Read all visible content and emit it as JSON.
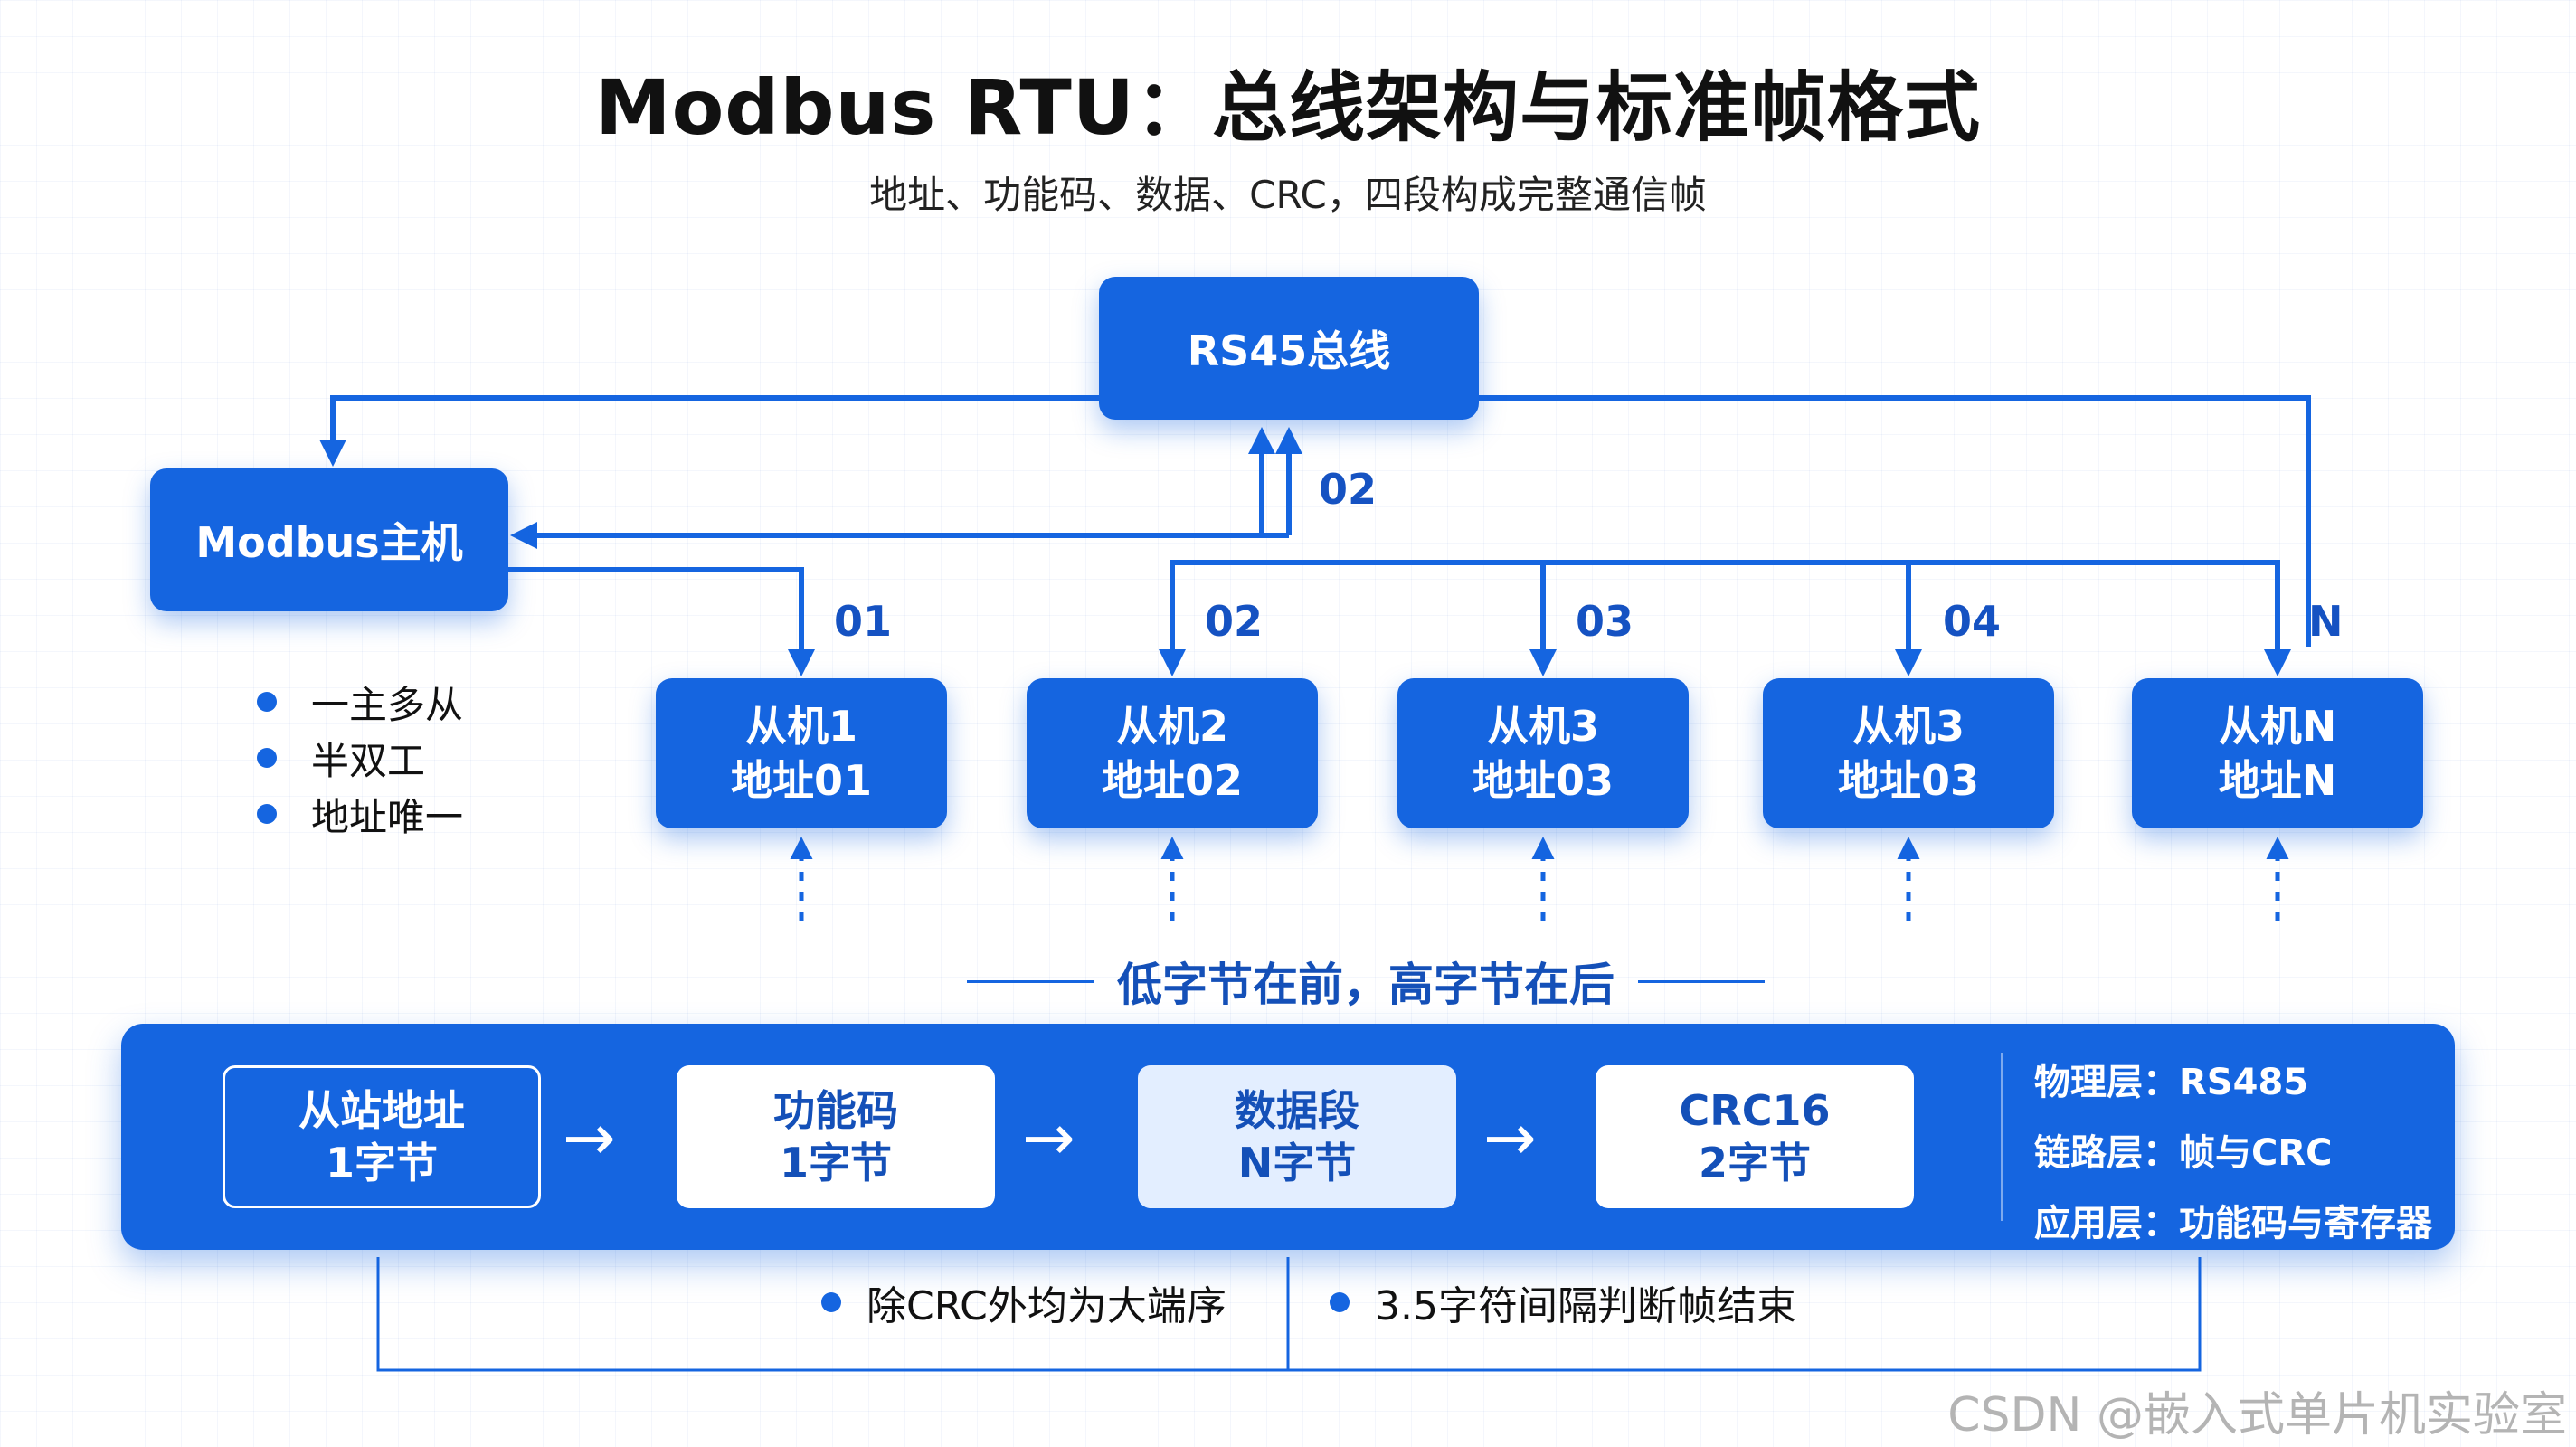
{
  "title": "Modbus RTU：总线架构与标准帧格式",
  "subtitle": "地址、功能码、数据、CRC，四段构成完整通信帧",
  "bus": {
    "label": "RS45总线"
  },
  "master": {
    "label": "Modbus主机"
  },
  "upstream_label": "02",
  "features": [
    "一主多从",
    "半双工",
    "地址唯一"
  ],
  "slaves": [
    {
      "line1": "从机1",
      "line2": "地址01",
      "tag": "01"
    },
    {
      "line1": "从机2",
      "line2": "地址02",
      "tag": "02"
    },
    {
      "line1": "从机3",
      "line2": "地址03",
      "tag": "03"
    },
    {
      "line1": "从机3",
      "line2": "地址03",
      "tag": "04"
    },
    {
      "line1": "从机N",
      "line2": "地址N",
      "tag": "N"
    }
  ],
  "byte_order": "低字节在前，高字节在后",
  "frame": {
    "fields": [
      {
        "line1": "从站地址",
        "line2": "1字节"
      },
      {
        "line1": "功能码",
        "line2": "1字节"
      },
      {
        "line1": "数据段",
        "line2": "N字节"
      },
      {
        "line1": "CRC16",
        "line2": "2字节"
      }
    ],
    "arrow": "→",
    "layers": [
      "物理层：RS485",
      "链路层：帧与CRC",
      "应用层：功能码与寄存器"
    ]
  },
  "notes": [
    "除CRC外均为大端序",
    "3.5字符间隔判断帧结束"
  ],
  "watermark": "CSDN @嵌入式单片机实验室",
  "colors": {
    "primary": "#1565e0",
    "light": "#e3eeff",
    "text_blue": "#1450b8"
  }
}
